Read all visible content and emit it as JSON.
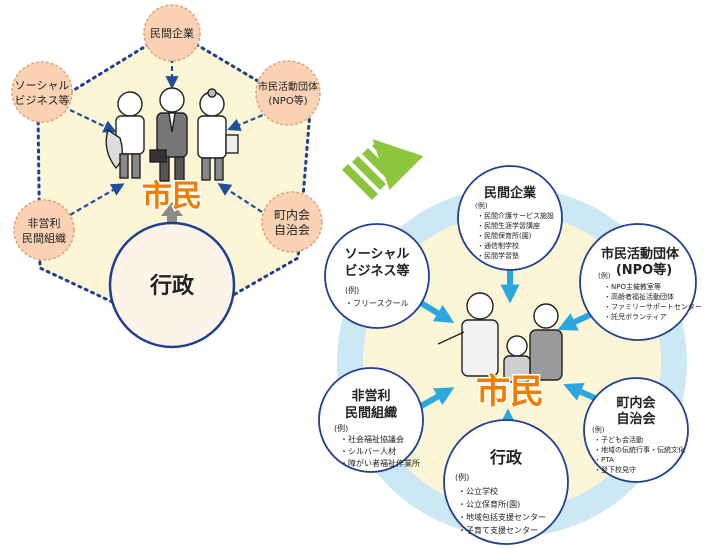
{
  "left": {
    "center": "市民",
    "gyosei": "行政",
    "nodes": {
      "minkan": [
        "民間企業"
      ],
      "social": [
        "ソーシャル",
        "ビジネス等"
      ],
      "npo": [
        "市民活動団体",
        "(NPO等)"
      ],
      "hieiri": [
        "非営利",
        "民間組織"
      ],
      "chonai": [
        "町内会",
        "自治会"
      ]
    }
  },
  "right": {
    "center": "市民",
    "example_label": "(例)",
    "nodes": {
      "minkan": {
        "title": [
          "民間企業"
        ],
        "items": [
          "・民間介護サービス施設",
          "・民間生涯学習講座",
          "・民間保育所(園)",
          "・通信制学校",
          "・民間学習塾"
        ]
      },
      "social": {
        "title": [
          "ソーシャル",
          "ビジネス等"
        ],
        "items": [
          "・フリースクール"
        ]
      },
      "npo": {
        "title": [
          "市民活動団体",
          "(NPO等)"
        ],
        "items": [
          "・NPO主催教室等",
          "・高齢者福祉活動団体",
          "・ファミリーサポートセンター",
          "・託児ボランティア"
        ]
      },
      "hieiri": {
        "title": [
          "非営利",
          "民間組織"
        ],
        "items": [
          "・社会福祉協議会",
          "・シルバー人材",
          "・障がい者福祉作業所"
        ]
      },
      "chonai": {
        "title": [
          "町内会",
          "自治会"
        ],
        "items": [
          "・子ども会活動",
          "・地域の伝統行事・伝統文化",
          "・PTA",
          "・登下校見守"
        ]
      },
      "gyosei": {
        "title": [
          "行政"
        ],
        "items": [
          "・公立学校",
          "・公立保育所(園)",
          "・地域包括支援センター",
          "・子育て支援センター"
        ]
      }
    }
  }
}
